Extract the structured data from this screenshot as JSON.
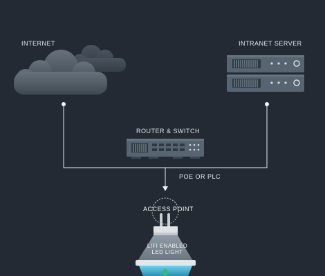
{
  "labels": {
    "internet": "INTERNET",
    "intranet_server": "INTRANET SERVER",
    "router_switch": "ROUTER & SWITCH",
    "poe": "POE OR PLC",
    "access_point": "ACCESS POINT",
    "bulb_line1": "LIFI ENABLED",
    "bulb_line2": "LED LIGHT"
  },
  "colors": {
    "background": "#232a33",
    "line": "#e8ecef",
    "cloud_front": "#5b6670",
    "cloud_back": "#3e4852",
    "device_body": "#50606f",
    "device_dark": "#2f3a44",
    "bulb_body": "#7c8a96",
    "light_accent": "#5fc6e0",
    "led_green": "#35b885"
  }
}
